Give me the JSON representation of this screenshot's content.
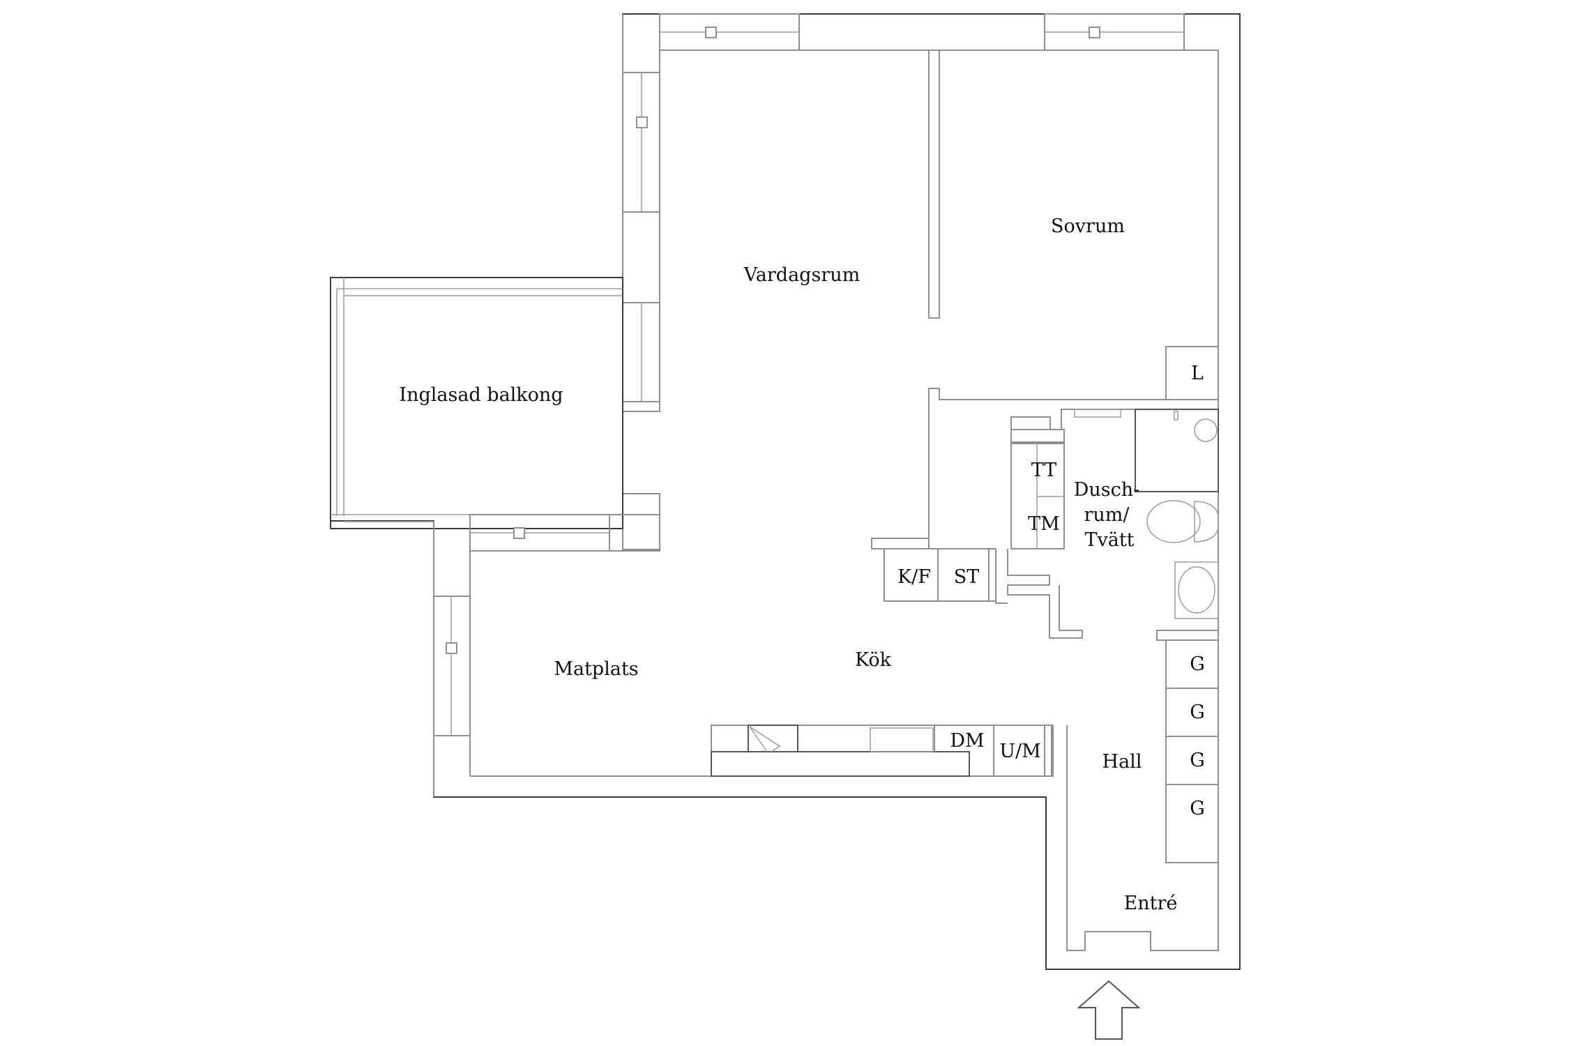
{
  "floorplan": {
    "rooms": {
      "vardagsrum": "Vardagsrum",
      "sovrum": "Sovrum",
      "inglasad_balkong": "Inglasad balkong",
      "matplats": "Matplats",
      "kok": "Kök",
      "hall": "Hall",
      "entre": "Entré",
      "duschrum_line1": "Dusch-",
      "duschrum_line2": "rum/",
      "duschrum_line3": "Tvätt"
    },
    "fixtures": {
      "linen_closet": "L",
      "tumble_dryer": "TT",
      "washing_machine": "TM",
      "fridge_freezer": "K/F",
      "storage": "ST",
      "dishwasher": "DM",
      "oven_microwave": "U/M",
      "wardrobes": [
        "G",
        "G",
        "G",
        "G"
      ]
    },
    "entrance_arrow": "entrance-arrow-icon",
    "colors": {
      "background": "#ffffff",
      "outer_wall": "#3a3a3a",
      "inner_line": "#8f8f8f",
      "text": "#111111"
    }
  }
}
